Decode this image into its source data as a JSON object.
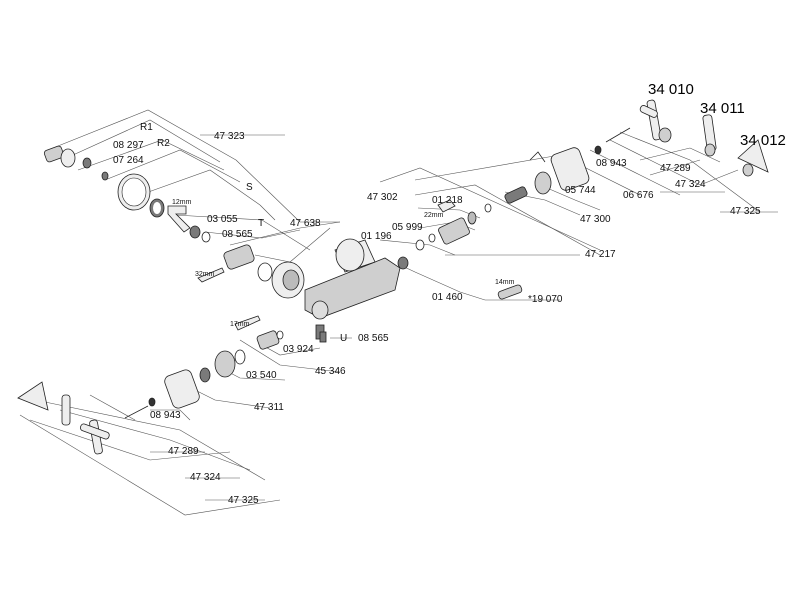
{
  "diagram": {
    "labels": {
      "r1": "R1",
      "r2": "R2",
      "s": "S",
      "t": "T",
      "u": "U",
      "p08297": "08 297",
      "p07264": "07 264",
      "p47323": "47 323",
      "p03055": "03 055",
      "p08565a": "08 565",
      "p47638": "47 638",
      "p47302": "47 302",
      "p01218": "01 218",
      "p05999": "05 999",
      "p01196": "01 196",
      "p01460": "01 460",
      "p05744": "05 744",
      "p47300": "47 300",
      "p47217": "47 217",
      "p06676": "06 676",
      "p08943a": "08 943",
      "p47289a": "47 289",
      "p47324a": "47 324",
      "p47325a": "47 325",
      "p19070": "*19 070",
      "p08565b": "08 565",
      "p03924": "03 924",
      "p45346": "45 346",
      "p03540": "03 540",
      "p47311": "47 311",
      "p08943b": "08 943",
      "p47289b": "47 289",
      "p47324b": "47 324",
      "p47325b": "47 325",
      "h34010": "34 010",
      "h34011": "34 011",
      "h34012": "34 012",
      "mm12": "12mm",
      "mm32": "32mm",
      "mm22": "22mm",
      "mm17": "17mm",
      "mm14": "14mm"
    }
  }
}
